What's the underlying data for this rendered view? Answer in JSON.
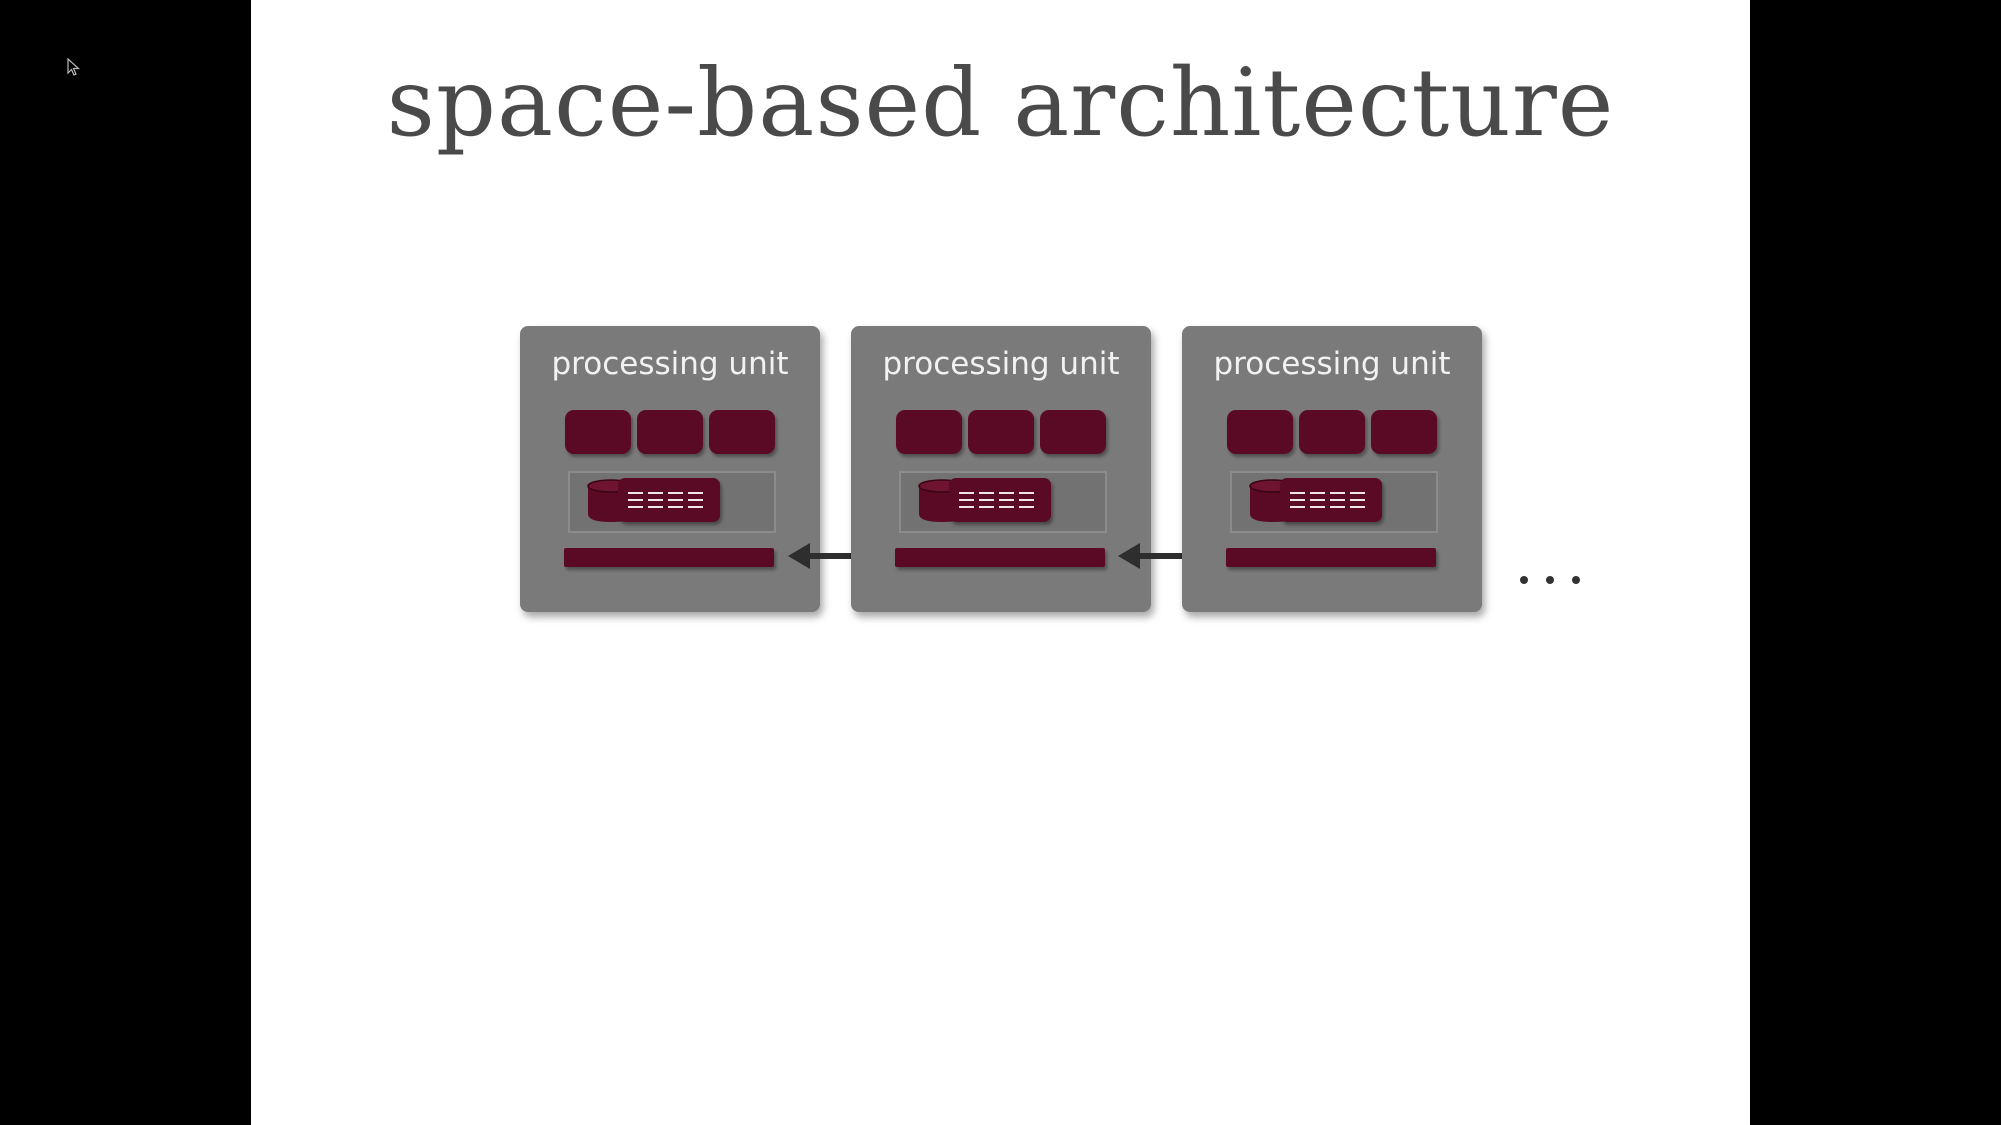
{
  "slide": {
    "title": "space-based architecture"
  },
  "diagram": {
    "units": [
      {
        "label": "processing unit"
      },
      {
        "label": "processing unit"
      },
      {
        "label": "processing unit"
      }
    ],
    "continuation_marker": "…",
    "colors": {
      "unit_fill": "#7a7a7a",
      "component_fill": "#5a0a24",
      "label_text": "#f2f2f2",
      "title_text": "#4a4a4a",
      "arrow": "#2e2e2e"
    }
  },
  "icons": {
    "cursor": "mouse-pointer-icon",
    "datastore": "database-icon",
    "connector": "double-arrow-icon"
  }
}
